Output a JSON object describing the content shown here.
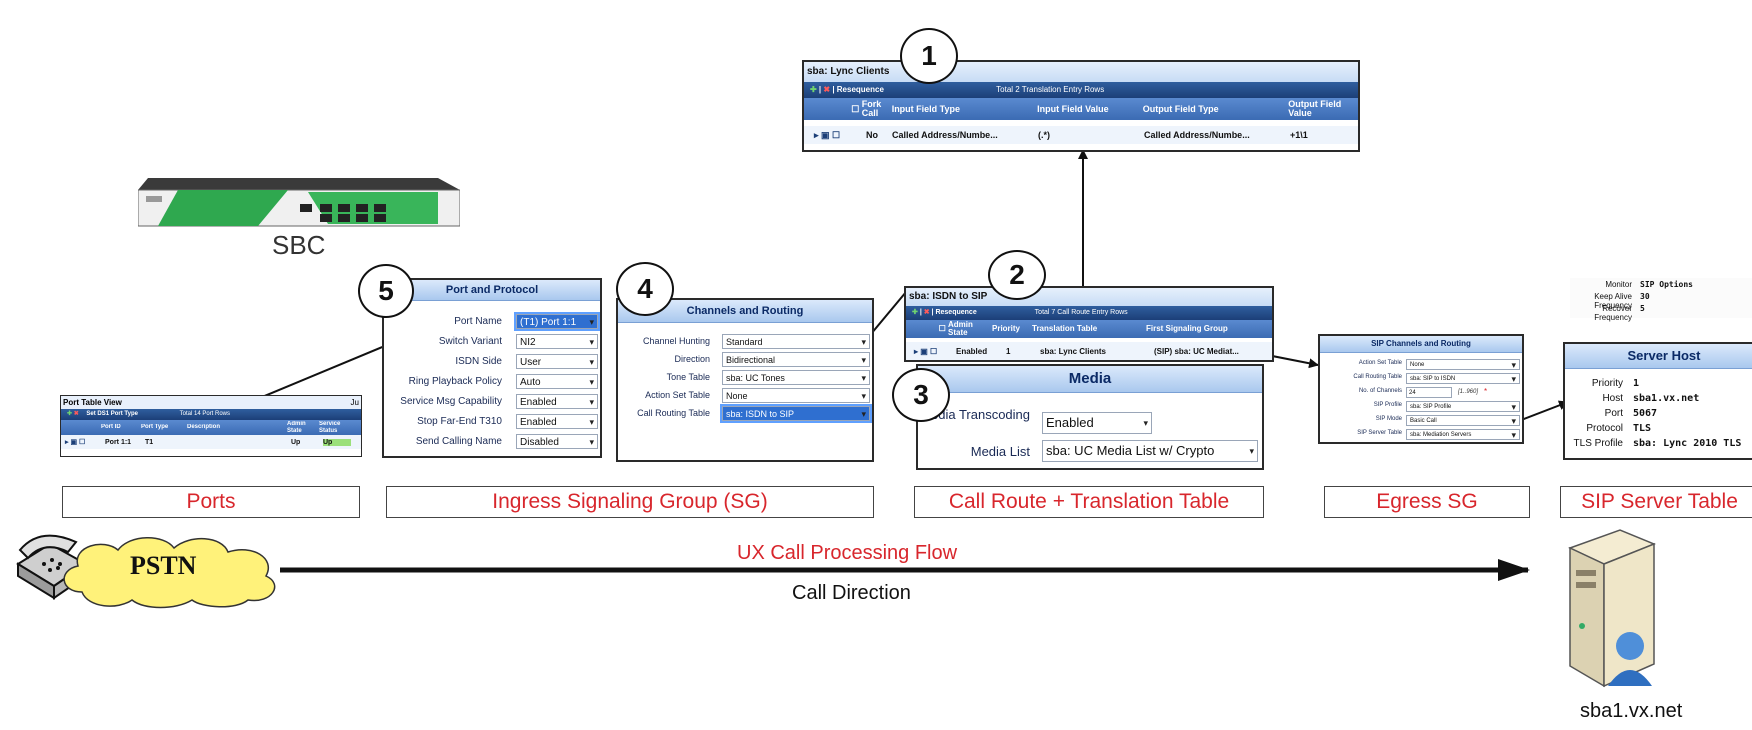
{
  "sbc": {
    "label": "SBC"
  },
  "ports_table": {
    "title": "Port Table View",
    "title_right": "Ju",
    "toolbar": "Set DS1 Port Type",
    "total": "Total 14 Port Rows",
    "headers": [
      "Port ID",
      "Port Type",
      "Description",
      "Admin State",
      "Service Status"
    ],
    "row": [
      "Port 1:1",
      "T1",
      "",
      "Up",
      "Up"
    ]
  },
  "port_protocol": {
    "title": "Port and Protocol",
    "fields": [
      {
        "label": "Port Name",
        "value": "(T1) Port 1:1"
      },
      {
        "label": "Switch Variant",
        "value": "NI2"
      },
      {
        "label": "ISDN Side",
        "value": "User"
      },
      {
        "label": "Ring Playback Policy",
        "value": "Auto"
      },
      {
        "label": "Service Msg Capability",
        "value": "Enabled"
      },
      {
        "label": "Stop Far-End T310",
        "value": "Enabled"
      },
      {
        "label": "Send Calling Name",
        "value": "Disabled"
      }
    ]
  },
  "channels_routing": {
    "title": "Channels and Routing",
    "fields": [
      {
        "label": "Channel Hunting",
        "value": "Standard"
      },
      {
        "label": "Direction",
        "value": "Bidirectional"
      },
      {
        "label": "Tone Table",
        "value": "sba: UC Tones"
      },
      {
        "label": "Action Set Table",
        "value": "None"
      },
      {
        "label": "Call Routing Table",
        "value": "sba: ISDN to SIP"
      }
    ]
  },
  "lync_table": {
    "title": "sba: Lync Clients",
    "toolbar": "Resequence",
    "total": "Total 2 Translation Entry Rows",
    "headers": [
      "Fork Call",
      "Input Field Type",
      "Input Field Value",
      "Output Field Type",
      "Output Field Value"
    ],
    "row": [
      "No",
      "Called Address/Numbe...",
      "(.*)",
      "Called Address/Numbe...",
      "+1\\1"
    ]
  },
  "isdn_table": {
    "title": "sba: ISDN to SIP",
    "toolbar": "Resequence",
    "total": "Total 7 Call Route Entry Rows",
    "headers": [
      "Admin State",
      "Priority",
      "Translation Table",
      "First Signaling Group"
    ],
    "row": [
      "Enabled",
      "1",
      "sba: Lync Clients",
      "(SIP) sba: UC Mediat..."
    ]
  },
  "media": {
    "title": "Media",
    "fields": [
      {
        "label": "Media Transcoding",
        "value": "Enabled"
      },
      {
        "label": "Media List",
        "value": "sba: UC Media List w/ Crypto"
      }
    ]
  },
  "sip_channels": {
    "title": "SIP Channels and Routing",
    "fields": [
      {
        "label": "Action Set Table",
        "value": "None"
      },
      {
        "label": "Call Routing Table",
        "value": "sba: SIP to ISDN"
      },
      {
        "label": "No. of Channels",
        "value": "24",
        "hint": "[1..960]",
        "req": "*"
      },
      {
        "label": "SIP Profile",
        "value": "sba: SIP Profile"
      },
      {
        "label": "SIP Mode",
        "value": "Basic Call"
      },
      {
        "label": "SIP Server Table",
        "value": "sba: Mediation Servers"
      }
    ]
  },
  "monitor": {
    "rows": [
      {
        "label": "Monitor",
        "value": "SIP Options"
      },
      {
        "label": "Keep Alive Frequency",
        "value": "30"
      },
      {
        "label": "Recover Frequency",
        "value": "5"
      }
    ]
  },
  "server_host": {
    "title": "Server Host",
    "rows": [
      {
        "label": "Priority",
        "value": "1"
      },
      {
        "label": "Host",
        "value": "sba1.vx.net"
      },
      {
        "label": "Port",
        "value": "5067"
      },
      {
        "label": "Protocol",
        "value": "TLS"
      },
      {
        "label": "TLS Profile",
        "value": "sba: Lync 2010 TLS"
      }
    ]
  },
  "stages": [
    "Ports",
    "Ingress Signaling Group (SG)",
    "Call Route + Translation Table",
    "Egress SG",
    "SIP Server Table"
  ],
  "steps": [
    "1",
    "2",
    "3",
    "4",
    "5"
  ],
  "flow": {
    "title": "UX Call Processing Flow",
    "direction": "Call Direction"
  },
  "pstn": {
    "label": "PSTN"
  },
  "server": {
    "label": "sba1.vx.net"
  },
  "colors": {
    "stage_text": "#d8262c",
    "grid_header": "#3b6bb3",
    "toolbar": "#1c3f78",
    "pstn_cloud": "#fff27a"
  }
}
